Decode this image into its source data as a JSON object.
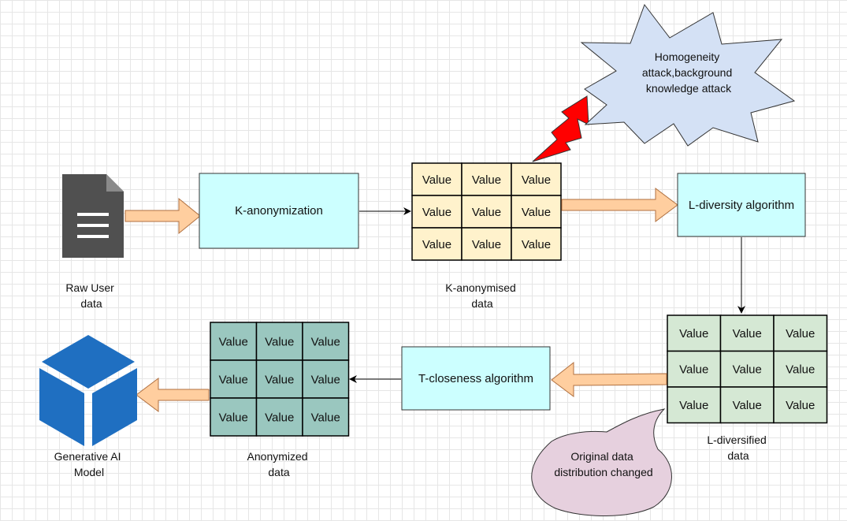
{
  "diagram": {
    "nodes": {
      "raw_user_data": {
        "label_lines": [
          "Raw User",
          "data"
        ]
      },
      "k_anonymization": {
        "label": "K-anonymization"
      },
      "k_anonymised_data": {
        "label_lines": [
          "K-anonymised",
          "data"
        ]
      },
      "l_diversity": {
        "label": "L-diversity algorithm"
      },
      "l_diversified_data": {
        "label_lines": [
          "L-diversified",
          "data"
        ]
      },
      "t_closeness": {
        "label": "T-closeness algorithm"
      },
      "anonymized_data": {
        "label_lines": [
          "Anonymized",
          "data"
        ]
      },
      "generative_ai": {
        "label_lines": [
          "Generative AI",
          "Model"
        ]
      }
    },
    "attack": {
      "label_lines": [
        "Homogeneity",
        "attack,background",
        "knowledge attack"
      ]
    },
    "callout": {
      "label_lines": [
        "Original data",
        "distribution changed"
      ]
    },
    "tables": {
      "k_anonymised": {
        "fill": "#fff2cc",
        "rows": [
          [
            "Value",
            "Value",
            "Value"
          ],
          [
            "Value",
            "Value",
            "Value"
          ],
          [
            "Value",
            "Value",
            "Value"
          ]
        ]
      },
      "l_diversified": {
        "fill": "#d5e8d4",
        "rows": [
          [
            "Value",
            "Value",
            "Value"
          ],
          [
            "Value",
            "Value",
            "Value"
          ],
          [
            "Value",
            "Value",
            "Value"
          ]
        ]
      },
      "anonymized": {
        "fill": "#9ac7bf",
        "rows": [
          [
            "Value",
            "Value",
            "Value"
          ],
          [
            "Value",
            "Value",
            "Value"
          ],
          [
            "Value",
            "Value",
            "Value"
          ]
        ]
      }
    },
    "colors": {
      "process_fill": "#ccffff",
      "block_arrow_fill": "#ffce9f",
      "attack_fill": "#d4e1f5",
      "lightning_fill": "#ff0000",
      "callout_fill": "#e6d0de",
      "cube_fill": "#1f6fc1",
      "document_icon_fill": "#505050"
    }
  }
}
